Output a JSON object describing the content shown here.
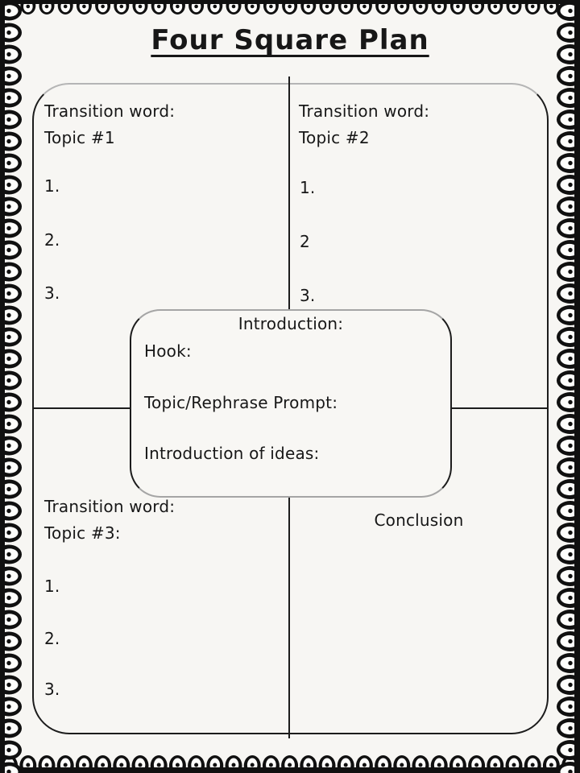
{
  "title": "Four Square Plan",
  "quadrants": {
    "top_left": {
      "transition_label": "Transition word:",
      "topic_label": "Topic #1",
      "items": [
        "1.",
        "2.",
        "3."
      ]
    },
    "top_right": {
      "transition_label": "Transition word:",
      "topic_label": "Topic #2",
      "items": [
        "1.",
        "2",
        "3."
      ]
    },
    "bottom_left": {
      "transition_label": "Transition word:",
      "topic_label": "Topic #3:",
      "items": [
        "1.",
        "2.",
        "3."
      ]
    },
    "bottom_right": {
      "label": "Conclusion"
    }
  },
  "introduction_box": {
    "title": "Introduction:",
    "fields": [
      "Hook:",
      "Topic/Rephrase Prompt:",
      "Introduction of ideas:"
    ]
  },
  "colors": {
    "ink": "#171717",
    "paper": "#f7f6f3",
    "faded_line": "#b5b5b5"
  }
}
